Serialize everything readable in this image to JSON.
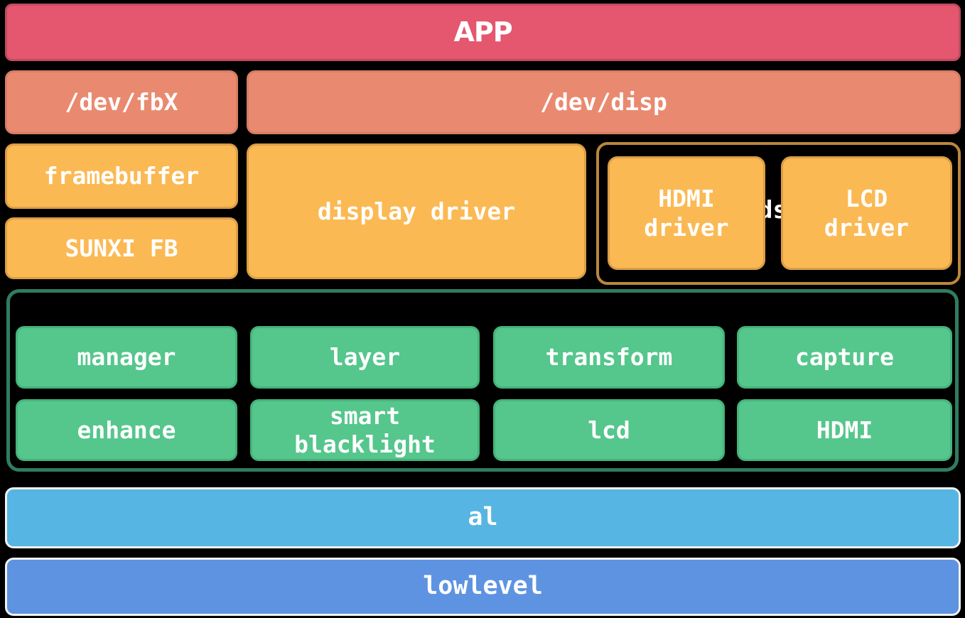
{
  "palette": {
    "background": "#000000",
    "app_fill": "#E4576E",
    "app_border": "#C04B61",
    "dev_fill": "#E98A70",
    "dev_border": "#D57D64",
    "orange_fill": "#FBB954",
    "orange_border": "#DC9E45",
    "orange_group_border": "#BA873E",
    "green_fill": "#55C68C",
    "green_border": "#45B37B",
    "green_group_border": "#2F7D5F",
    "al_fill": "#56B5E2",
    "lowlevel_fill": "#5E93E2",
    "blue_border": "#F2F2F2",
    "text": "#FFFFFF"
  },
  "stack": {
    "app": "APP",
    "dev_fbx": "/dev/fbX",
    "dev_disp": "/dev/disp",
    "framebuffer": "framebuffer",
    "sunxi_fb": "SUNXI FB",
    "display_driver": "display driver",
    "driver_group": {
      "partial_hidden_label": "ds",
      "hdmi_driver": "HDMI\ndriver",
      "lcd_driver": "LCD\ndriver"
    },
    "disp_core": {
      "row1": [
        "manager",
        "layer",
        "transform",
        "capture"
      ],
      "row2": [
        "enhance",
        "smart\nblacklight",
        "lcd",
        "HDMI"
      ]
    },
    "al": "al",
    "lowlevel": "lowlevel"
  }
}
